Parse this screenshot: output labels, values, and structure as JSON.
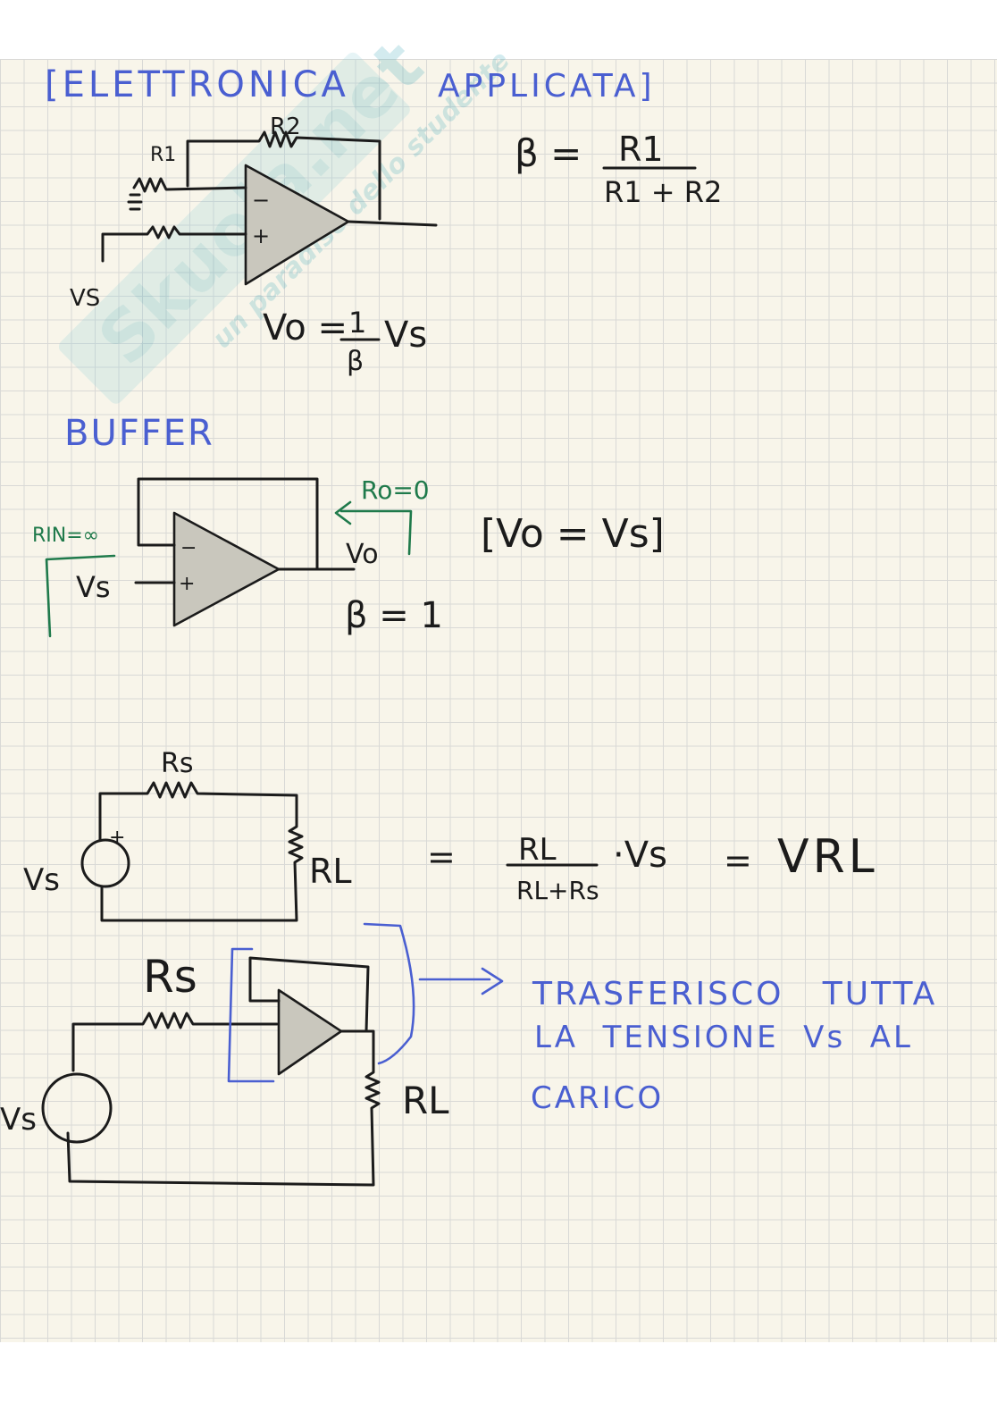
{
  "colors": {
    "ink": "#1b1b1b",
    "heading_blue": "#4a5fd1",
    "green_note": "#1f7a4b",
    "amp_fill": "#c9c7bd",
    "paper": "#f8f5ea",
    "grid": "#d9d9d6"
  },
  "watermark": {
    "brand": "Skuola.net",
    "tagline": "un paradiso dello studente"
  },
  "section1": {
    "heading_left": "[ELETTRONICA",
    "heading_right": "APPLICATA]",
    "circuit_labels": {
      "r1": "R1",
      "r2": "R2",
      "minus": "−",
      "plus": "+",
      "vs": "VS"
    },
    "beta_lhs": "β =",
    "beta_num": "R1",
    "beta_den": "R1 + R2",
    "vo_lhs": "Vo =",
    "vo_num": "1",
    "vo_den": "β",
    "vo_rhs": "Vs"
  },
  "section2": {
    "heading": "BUFFER",
    "rin": "RIN=∞",
    "ro": "Ro=0",
    "minus": "−",
    "plus": "+",
    "vo": "Vo",
    "vs": "Vs",
    "equation": "[Vo = Vs]",
    "beta": "β = 1"
  },
  "section3": {
    "rs": "Rs",
    "rl": "RL",
    "plus": "+",
    "vs": "Vs",
    "eq_equals": "=",
    "frac_num": "RL",
    "frac_den": "RL+Rs",
    "times_vs": "·Vs",
    "eq_equals2": "=",
    "result": "VRL"
  },
  "section4": {
    "rs": "Rs",
    "rl": "RL",
    "vs": "Vs",
    "note_line1": "TRASFERISCO   TUTTA",
    "note_line2": "LA  TENSIONE  Vs  AL",
    "note_line3": "CARICO"
  }
}
